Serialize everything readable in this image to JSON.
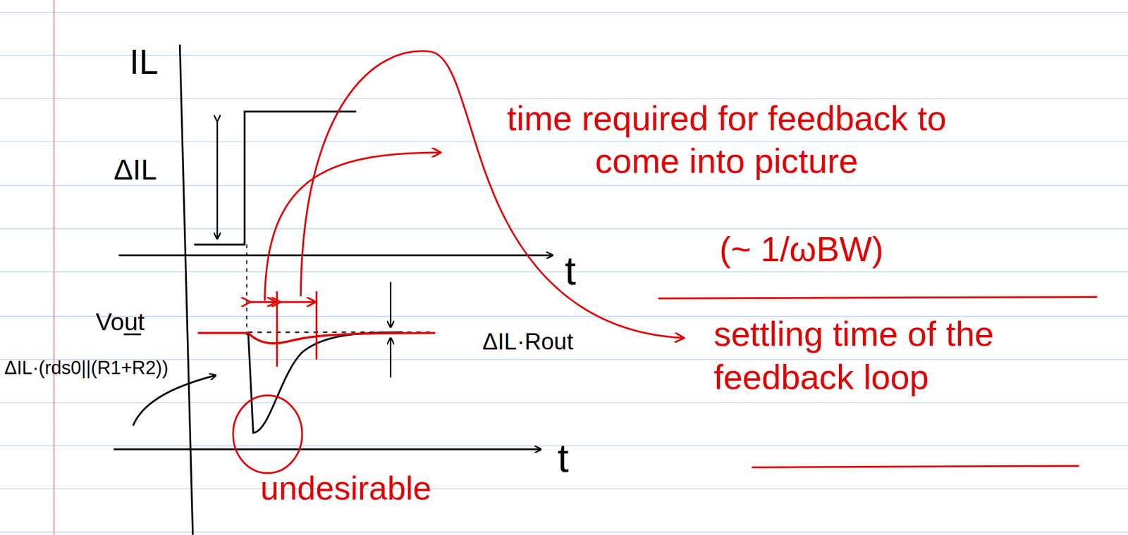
{
  "diagram": {
    "labels": [
      "IL",
      "ΔIL",
      "t",
      "Vout",
      "ΔIL·(rds0||(R1+R2))",
      "ΔIL·Rout",
      "t",
      "undesirable",
      "time required for feedback to come into picture",
      "(~ 1/ωBW)",
      "settling time of the feedback loop"
    ]
  }
}
